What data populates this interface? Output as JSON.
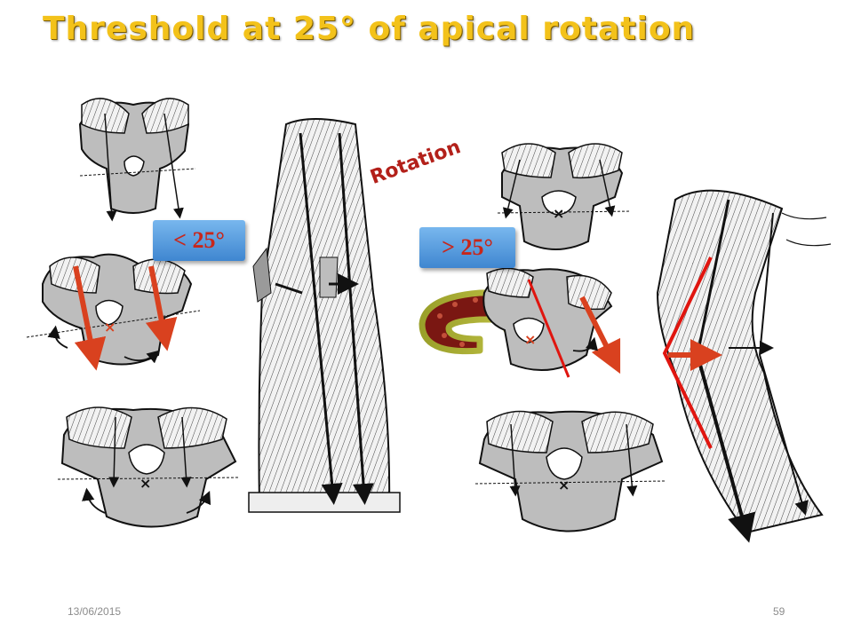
{
  "slide": {
    "title": "Threshold at 25° of apical rotation",
    "badge_left": "< 25°",
    "badge_right": "> 25°",
    "rotation_label": "Rotation",
    "date": "13/06/2015",
    "page_number": "59"
  },
  "colors": {
    "title": "#f3c21a",
    "badge": "#4f95dd",
    "arrow_red": "#d9411f",
    "vertebra_fill": "#bdbdbd",
    "curved_arrow_fill": "#7a1712",
    "curved_arrow_edge": "#8a8f1e"
  }
}
